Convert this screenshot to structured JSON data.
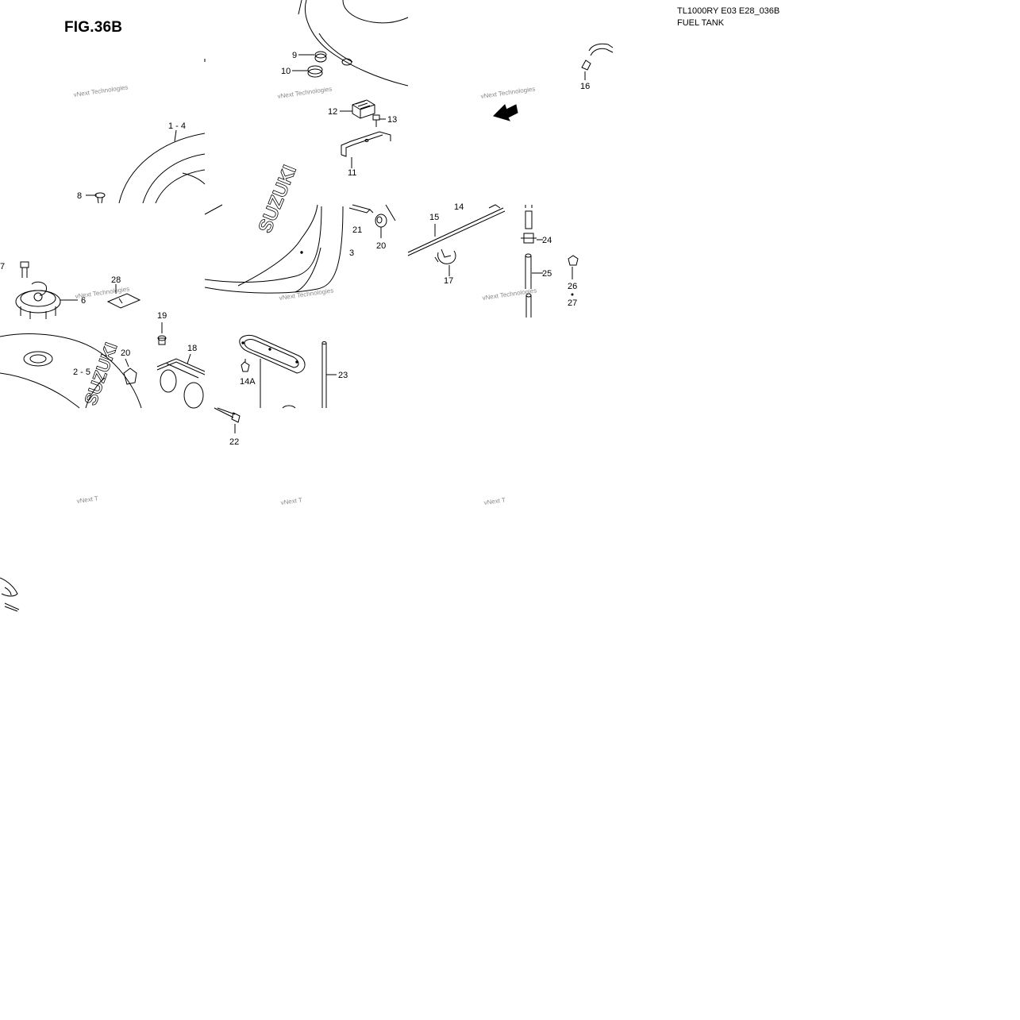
{
  "figure": {
    "title": "FIG.36B",
    "model_code": "TL1000RY E03 E28_036B",
    "section_name": "FUEL TANK"
  },
  "colors": {
    "line": "#000000",
    "background": "#ffffff",
    "watermark": "#8a8a8a"
  },
  "watermark_text": "vNext Technologies",
  "watermark_fragment": "vNext T",
  "brand_lettering": "SUZUKI",
  "callouts": [
    {
      "id": "callout-1-4",
      "label": "1 - 4"
    },
    {
      "id": "callout-2-5",
      "label": "2 - 5"
    },
    {
      "id": "callout-3",
      "label": "3"
    },
    {
      "id": "callout-6",
      "label": "6"
    },
    {
      "id": "callout-7",
      "label": "7"
    },
    {
      "id": "callout-8",
      "label": "8"
    },
    {
      "id": "callout-9",
      "label": "9"
    },
    {
      "id": "callout-10",
      "label": "10"
    },
    {
      "id": "callout-11",
      "label": "11"
    },
    {
      "id": "callout-12",
      "label": "12"
    },
    {
      "id": "callout-13",
      "label": "13"
    },
    {
      "id": "callout-14-top",
      "label": "14"
    },
    {
      "id": "callout-14a",
      "label": "14A"
    },
    {
      "id": "callout-15",
      "label": "15"
    },
    {
      "id": "callout-16",
      "label": "16"
    },
    {
      "id": "callout-17",
      "label": "17"
    },
    {
      "id": "callout-18",
      "label": "18"
    },
    {
      "id": "callout-19",
      "label": "19"
    },
    {
      "id": "callout-20-right",
      "label": "20"
    },
    {
      "id": "callout-20-left",
      "label": "20"
    },
    {
      "id": "callout-21",
      "label": "21"
    },
    {
      "id": "callout-22",
      "label": "22"
    },
    {
      "id": "callout-23",
      "label": "23"
    },
    {
      "id": "callout-24",
      "label": "24"
    },
    {
      "id": "callout-25",
      "label": "25"
    },
    {
      "id": "callout-26",
      "label": "26"
    },
    {
      "id": "callout-27",
      "label": "27"
    },
    {
      "id": "callout-28",
      "label": "28"
    }
  ]
}
